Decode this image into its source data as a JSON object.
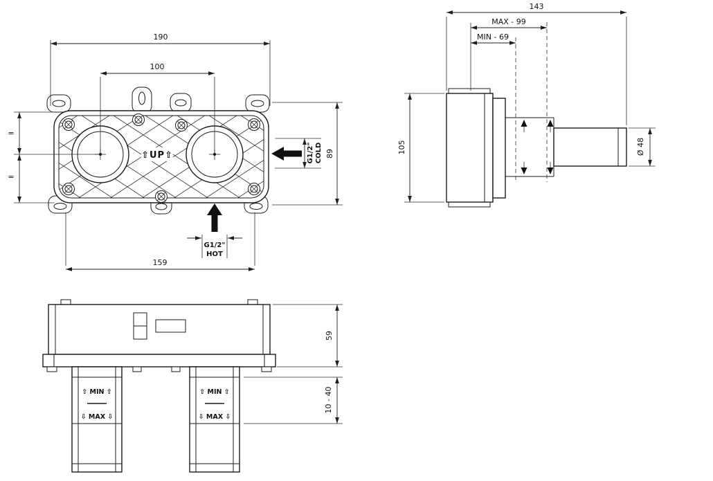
{
  "colors": {
    "background": "#ffffff",
    "line": "#1a1a1a"
  },
  "front_view": {
    "dims": {
      "width_overall": "190",
      "port_spacing": "100",
      "width_lower": "159",
      "height": "89",
      "equal_top": "=",
      "equal_bottom": "="
    },
    "labels": {
      "up": "⇧UP⇧",
      "cold_size": "G1/2\"",
      "cold": "COLD",
      "hot_size": "G1/2\"",
      "hot": "HOT"
    }
  },
  "side_view": {
    "dims": {
      "depth_overall": "143",
      "depth_max": "MAX - 99",
      "depth_min": "MIN - 69",
      "height": "105",
      "diameter": "Ø 48"
    }
  },
  "bottom_view": {
    "dims": {
      "height_body": "59",
      "adjust_range": "10 - 40"
    },
    "labels": {
      "min": "⇧ MIN ⇧",
      "max": "⇩ MAX ⇩"
    }
  }
}
